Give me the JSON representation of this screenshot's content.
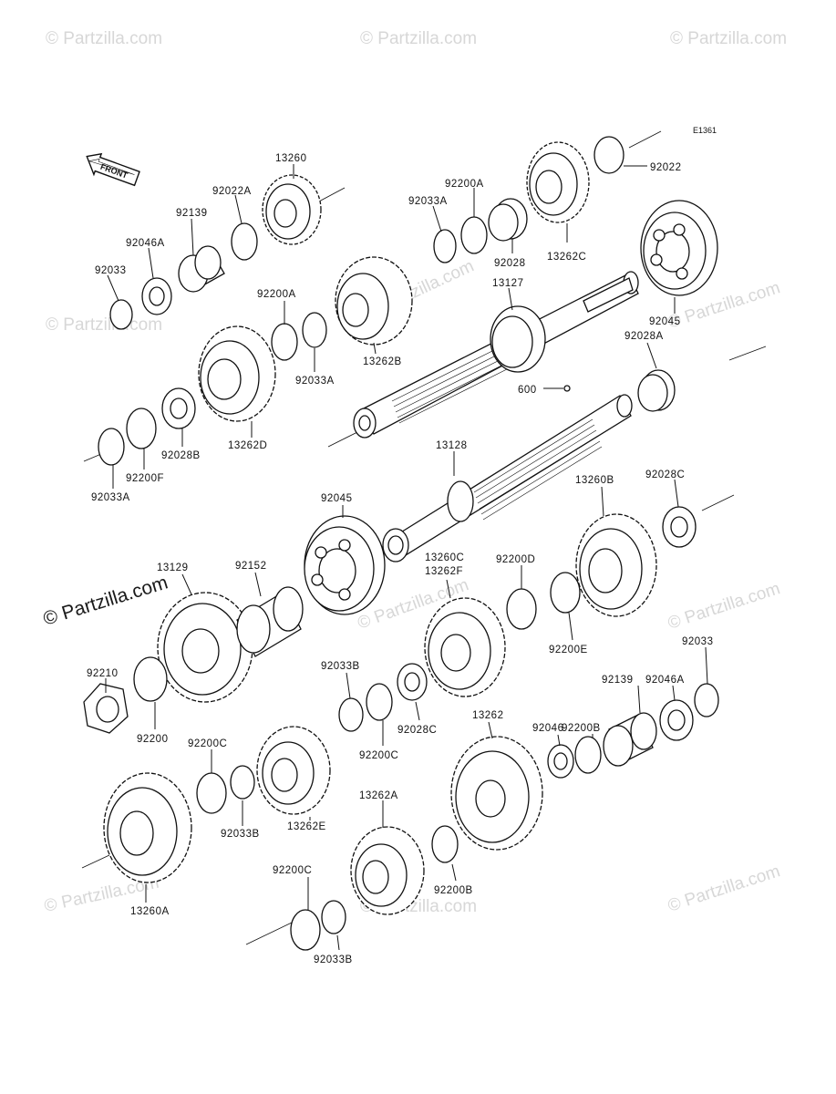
{
  "diagram_code": "E1361",
  "front_label": "FRONT",
  "watermark": {
    "brand": "© Partzilla.com",
    "prominent": "© Partzilla.com"
  },
  "labels": {
    "p13260": "13260",
    "p92022A": "92022A",
    "p92139_top": "92139",
    "p92046A_top": "92046A",
    "p92033_top": "92033",
    "p92033A_top": "92033A",
    "p92200A_top": "92200A",
    "p92028_top": "92028",
    "p13262C": "13262C",
    "p92022": "92022",
    "p13127": "13127",
    "p92045_top": "92045",
    "p92200A_mid": "92200A",
    "p92033A_mid": "92033A",
    "p13262B": "13262B",
    "p92028A": "92028A",
    "p600": "600",
    "p13262D": "13262D",
    "p92028B": "92028B",
    "p92200F": "92200F",
    "p92033A_low": "92033A",
    "p13128": "13128",
    "p13260B": "13260B",
    "p92028C_top": "92028C",
    "p92045_mid": "92045",
    "p13129": "13129",
    "p92152": "92152",
    "p13260C": "13260C",
    "p13262F": "13262F",
    "p92200D": "92200D",
    "p92200E": "92200E",
    "p92210": "92210",
    "p92200": "92200",
    "p92033B_mid": "92033B",
    "p92028C_mid": "92028C",
    "p92200C_mid": "92200C",
    "p92033_right": "92033",
    "p92046A_right": "92046A",
    "p92139_right": "92139",
    "p92200B_right": "92200B",
    "p92046": "92046",
    "p13262": "13262",
    "p92200C_left": "92200C",
    "p92033B_left": "92033B",
    "p13262E": "13262E",
    "p13262A": "13262A",
    "p13260A": "13260A",
    "p92200C_low": "92200C",
    "p92200B_low": "92200B",
    "p92033B_low": "92033B"
  }
}
